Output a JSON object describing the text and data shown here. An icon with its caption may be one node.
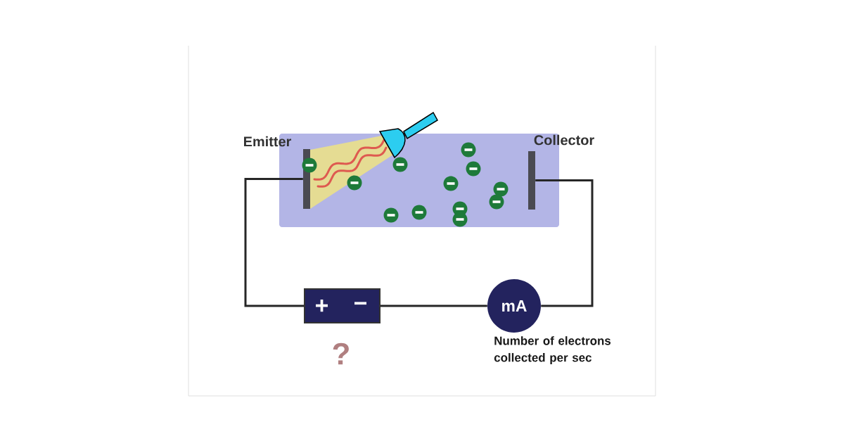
{
  "diagram": {
    "nodes": [
      {
        "text": [],
        "shape": "box"
      },
      {
        "text": [
          "Emitter"
        ],
        "in": 0
      },
      {
        "text": [
          "Collector"
        ],
        "in": 0
      },
      {
        "text": [
          "+",
          "−"
        ],
        "beside": [
          "?"
        ]
      },
      {
        "text": [
          "mA"
        ],
        "beside": [
          "Number of electrons collected per sec"
        ]
      }
    ],
    "edges": [
      {
        "from": 1,
        "to": 3,
        "arrow": "none"
      },
      {
        "from": 3,
        "to": 4,
        "arrow": "none"
      },
      {
        "from": 4,
        "to": 2,
        "arrow": "none"
      }
    ]
  }
}
